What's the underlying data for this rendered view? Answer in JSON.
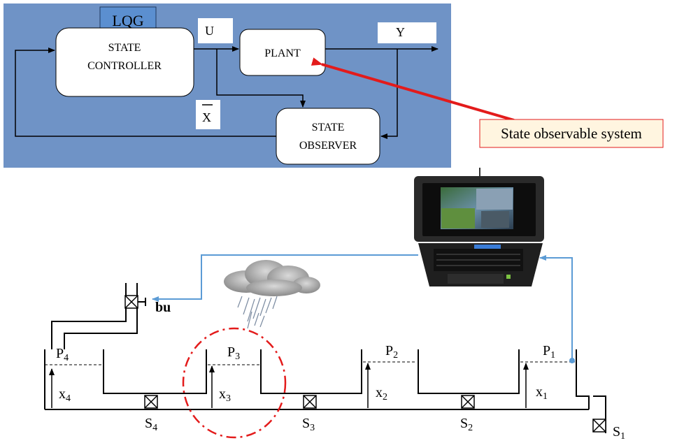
{
  "block_diagram": {
    "badge": "LQG",
    "controller_line1": "STATE",
    "controller_line2": "CONTROLLER",
    "plant": "PLANT",
    "observer_line1": "STATE",
    "observer_line2": "OBSERVER",
    "signal_u": "U",
    "signal_y": "Y",
    "signal_x": "X",
    "callout": "State observable system",
    "colors": {
      "panel": "#6f93c6",
      "badge": "#5b8fd0",
      "callout_arrow": "#e31b1b",
      "callout_text": "#cc0000",
      "callout_bg": "#fff5e0"
    }
  },
  "canal": {
    "pool_levels": [
      {
        "state": "x",
        "sub": "4"
      },
      {
        "state": "x",
        "sub": "3"
      },
      {
        "state": "x",
        "sub": "2"
      },
      {
        "state": "x",
        "sub": "1"
      }
    ],
    "pools": [
      {
        "label": "P",
        "sub": "4"
      },
      {
        "label": "P",
        "sub": "3"
      },
      {
        "label": "P",
        "sub": "2"
      },
      {
        "label": "P",
        "sub": "1"
      }
    ],
    "gates": [
      {
        "label": "S",
        "sub": "4"
      },
      {
        "label": "S",
        "sub": "3"
      },
      {
        "label": "S",
        "sub": "2"
      },
      {
        "label": "S",
        "sub": "1"
      }
    ],
    "control_input": "bu",
    "colors": {
      "signal_line": "#5b9bd5",
      "disturbance_circle": "#e31b1b"
    },
    "icons": [
      "rain-cloud-icon",
      "rugged-laptop-icon"
    ]
  }
}
